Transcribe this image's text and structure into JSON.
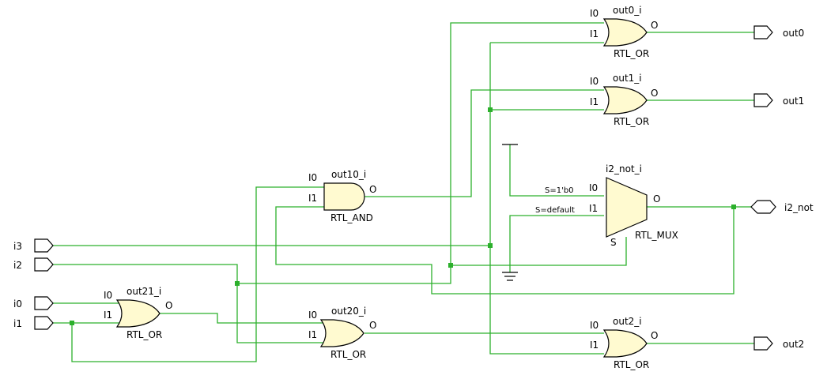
{
  "colors": {
    "wire": "#2cb02c",
    "gate_fill": "#fffad0",
    "outline": "#000000"
  },
  "inputs": {
    "i3": "i3",
    "i2": "i2",
    "i0": "i0",
    "i1": "i1"
  },
  "outputs": {
    "out0": "out0",
    "out1": "out1",
    "out2": "out2",
    "i2_not": "i2_not"
  },
  "gates": {
    "out0_i": {
      "name": "out0_i",
      "type": "RTL_OR",
      "pin_i0": "I0",
      "pin_i1": "I1",
      "pin_o": "O"
    },
    "out1_i": {
      "name": "out1_i",
      "type": "RTL_OR",
      "pin_i0": "I0",
      "pin_i1": "I1",
      "pin_o": "O"
    },
    "out10_i": {
      "name": "out10_i",
      "type": "RTL_AND",
      "pin_i0": "I0",
      "pin_i1": "I1",
      "pin_o": "O"
    },
    "out21_i": {
      "name": "out21_i",
      "type": "RTL_OR",
      "pin_i0": "I0",
      "pin_i1": "I1",
      "pin_o": "O"
    },
    "out20_i": {
      "name": "out20_i",
      "type": "RTL_OR",
      "pin_i0": "I0",
      "pin_i1": "I1",
      "pin_o": "O"
    },
    "out2_i": {
      "name": "out2_i",
      "type": "RTL_OR",
      "pin_i0": "I0",
      "pin_i1": "I1",
      "pin_o": "O"
    }
  },
  "mux": {
    "name": "i2_not_i",
    "type": "RTL_MUX",
    "pin_i0": "I0",
    "pin_i1": "I1",
    "pin_o": "O",
    "pin_s": "S",
    "cond_i0": "S=1'b0",
    "cond_i1": "S=default"
  }
}
